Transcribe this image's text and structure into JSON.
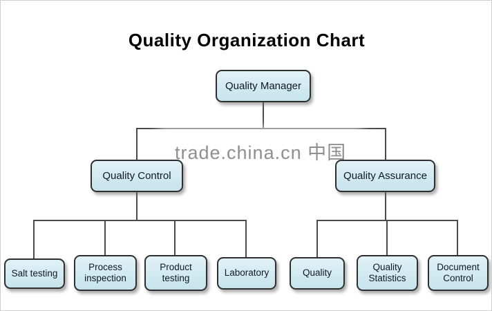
{
  "title": "Quality Organization Chart",
  "watermark": "trade.china.cn 中国",
  "colors": {
    "box_fill": "#c6e3ec",
    "box_border": "#2e2e2e",
    "connector": "#4a4a4a",
    "title_color": "#000000",
    "watermark_color": "#8f8f8f"
  },
  "nodes": {
    "root": {
      "label": "Quality Manager"
    },
    "branches": [
      {
        "label": "Quality Control",
        "children": [
          {
            "label": "Salt testing"
          },
          {
            "label": "Process inspection"
          },
          {
            "label": "Product testing"
          },
          {
            "label": "Laboratory"
          }
        ]
      },
      {
        "label": "Quality Assurance",
        "children": [
          {
            "label": "Quality"
          },
          {
            "label": "Quality Statistics"
          },
          {
            "label": "Document Control"
          }
        ]
      }
    ]
  }
}
